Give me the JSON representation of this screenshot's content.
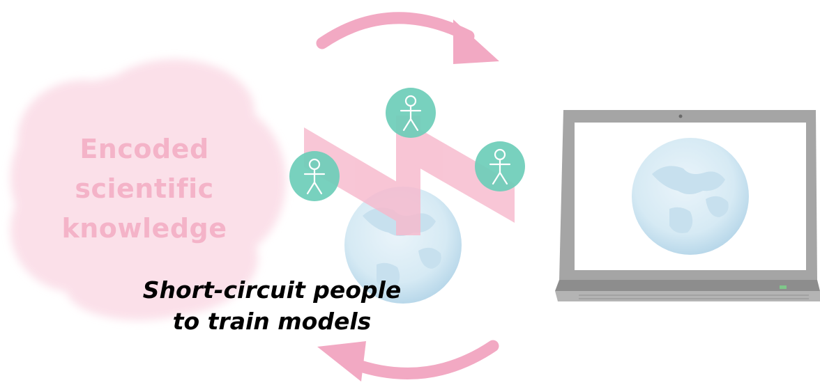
{
  "cloud": {
    "line1": "Encoded",
    "line2": "scientific",
    "line3": "knowledge"
  },
  "caption": {
    "line1": "Short-circuit people",
    "line2": "to train models"
  },
  "colors": {
    "cloud_fill": "#fbdde7",
    "cloud_text": "#f4b3c8",
    "arrow": "#f2a9c3",
    "zigzag": "#f7b9cd",
    "person_circle": "#6dcdb8",
    "globe": "#d6eaf4",
    "laptop_frame": "#9a9a9a",
    "caption_text": "#000000"
  },
  "icons": [
    "cycle-arrow-top",
    "cycle-arrow-bottom",
    "person-icon",
    "globe-icon",
    "laptop-icon",
    "lightning-bolt-zigzag"
  ]
}
